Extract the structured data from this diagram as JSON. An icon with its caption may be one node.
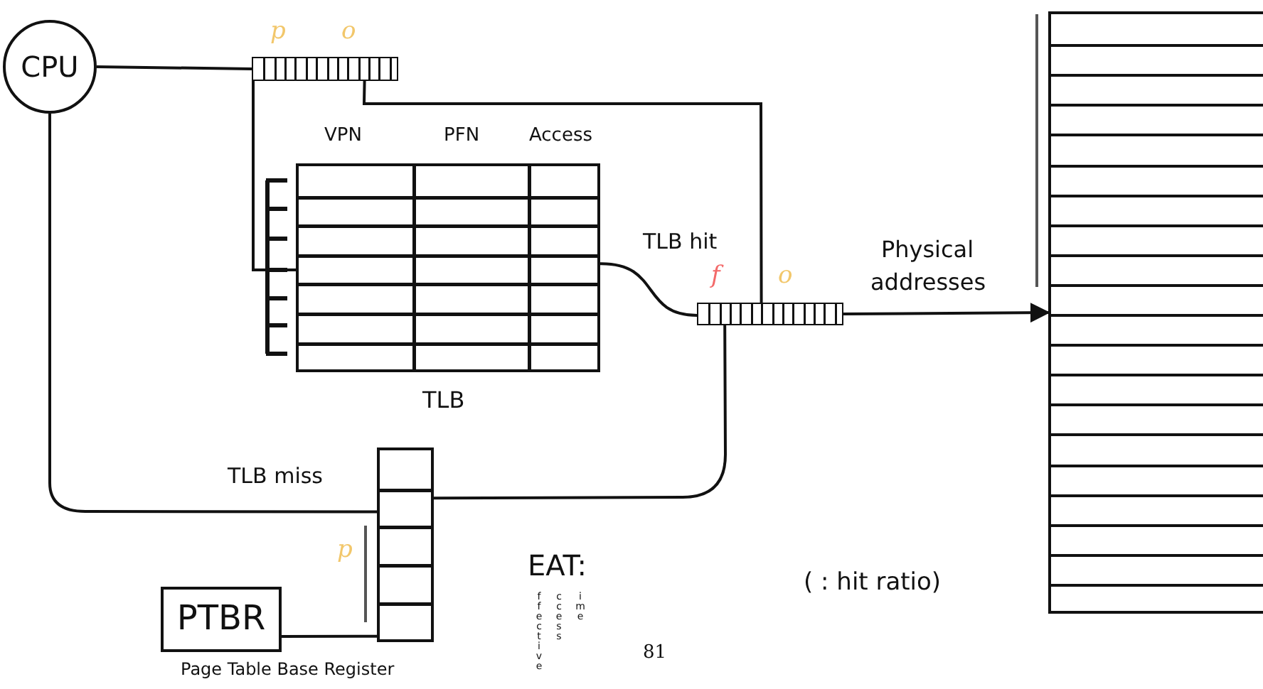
{
  "diagram": {
    "nodes": [
      {
        "text": [
          "CPU"
        ]
      },
      {
        "text": [
          "p",
          "o"
        ]
      },
      {
        "text": [
          "VPN",
          "PFN",
          "Access"
        ],
        "beside": [
          "TLB"
        ]
      },
      {
        "text": [
          "f",
          "o"
        ]
      },
      {
        "text": [],
        "shape": "box"
      },
      {
        "text": [],
        "shape": "box"
      },
      {
        "text": [
          "PTBR"
        ],
        "beside": [
          "Page Table Base Register"
        ]
      }
    ],
    "edges": [
      {
        "from": 0,
        "to": 1,
        "arrow": "none"
      },
      {
        "from": 1,
        "to": 2,
        "arrow": "none"
      },
      {
        "from": 1,
        "to": 3,
        "arrow": "none"
      },
      {
        "from": 2,
        "to": 3,
        "arrow": "none",
        "label": "TLB hit"
      },
      {
        "from": 0,
        "to": 5,
        "arrow": "none",
        "label": "TLB miss"
      },
      {
        "from": 5,
        "to": 3,
        "arrow": "none"
      },
      {
        "from": 3,
        "to": 4,
        "arrow": "to",
        "label": "Physical addresses"
      },
      {
        "from": 6,
        "to": 5,
        "arrow": "none"
      }
    ],
    "labels": [
      "p",
      "EAT:",
      "ffective",
      "ccess",
      "ime",
      "( : hit ratio)",
      "81"
    ]
  }
}
